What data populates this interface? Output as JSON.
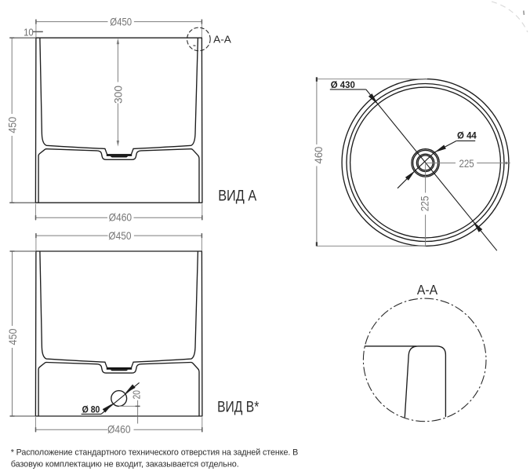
{
  "drawing": {
    "front_view": {
      "label": "ВИД А",
      "dim_top_diameter": "Ø450",
      "dim_rim": "10",
      "dim_height": "450",
      "dim_bowl_depth": "300",
      "dim_base_diameter": "Ø460",
      "detail_marker": "A-A"
    },
    "back_view": {
      "label": "ВИД В*",
      "dim_top_diameter": "Ø450",
      "dim_height": "450",
      "dim_base_diameter": "Ø460",
      "dim_hole_diameter": "Ø 80",
      "dim_hole_offset": "20"
    },
    "top_view": {
      "dim_bowl_diameter": "Ø 430",
      "dim_drain_diameter": "Ø 44",
      "dim_overall": "460",
      "dim_center_horizontal": "225",
      "dim_center_vertical": "225"
    },
    "section_view": {
      "label": "A-A"
    },
    "footnote": {
      "line1": "* Расположение стандартного технического отверстия на задней стенке. В",
      "line2": "базовую комплектацию не входит, заказывается отдельно."
    }
  }
}
